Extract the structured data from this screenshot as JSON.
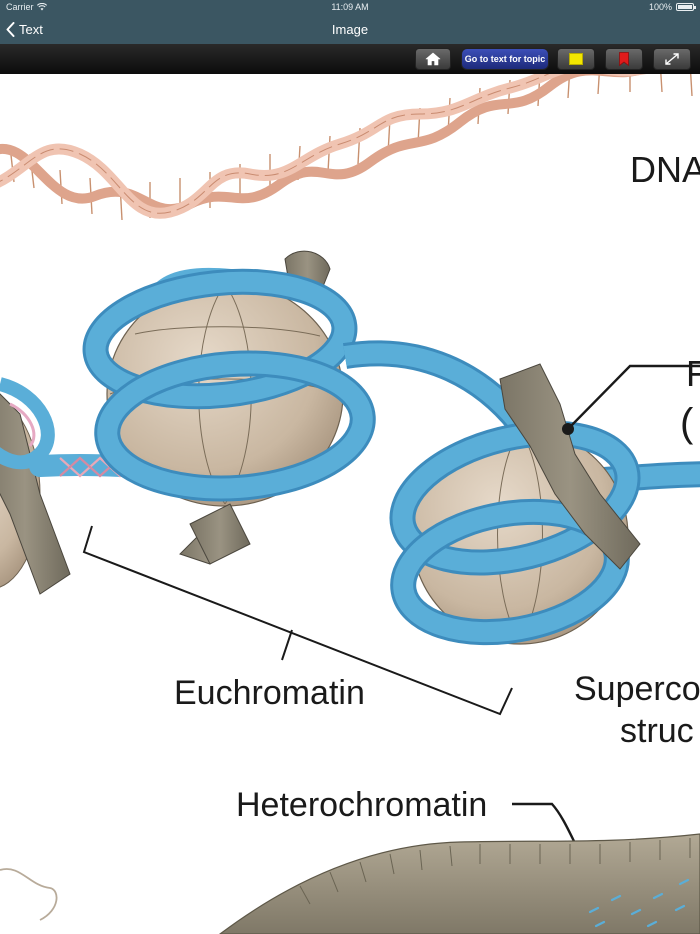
{
  "status_bar": {
    "carrier": "Carrier",
    "time": "11:09 AM",
    "battery": "100%"
  },
  "nav": {
    "back_label": "Text",
    "title": "Image"
  },
  "toolbar": {
    "home_icon": "home-icon",
    "goto_label": "Go to text for topic",
    "highlight_color": "#f3e600",
    "bookmark_color": "#e01b1b",
    "expand_icon": "expand-icon"
  },
  "figure": {
    "labels": {
      "dna": "DNA",
      "euchromatin": "Euchromatin",
      "supercoil_line1": "Superco",
      "supercoil_line2": "struc",
      "heterochromatin": "Heterochromatin",
      "partial_right_1": "F",
      "partial_right_2": "("
    },
    "colors": {
      "dna_ribbon": "#e9b9a6",
      "dna_base": "#ffffff",
      "fiber": "#5aaed8",
      "histone": "#cdbba6",
      "linker": "#8b8474"
    }
  },
  "theme": {
    "header_bg": "#3b5662",
    "toolbar_bg": "#111111"
  }
}
